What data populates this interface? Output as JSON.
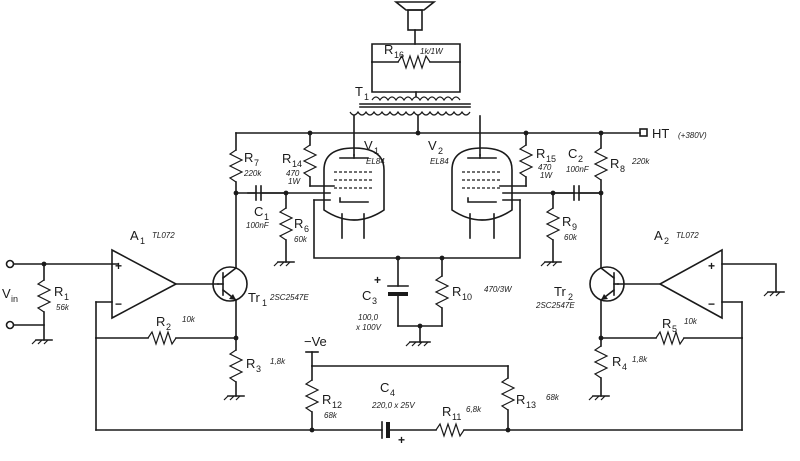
{
  "schematic": {
    "input": {
      "label": "V",
      "sub": "in"
    },
    "r1": {
      "label": "R",
      "sub": "1",
      "value": "56k"
    },
    "a1": {
      "label": "A",
      "sub": "1",
      "part": "TL072",
      "plus": "+",
      "minus": "−"
    },
    "a2": {
      "label": "A",
      "sub": "2",
      "part": "TL072",
      "plus": "+",
      "minus": "−"
    },
    "r2": {
      "label": "R",
      "sub": "2",
      "value": "10k"
    },
    "r3": {
      "label": "R",
      "sub": "3",
      "value": "1,8k"
    },
    "r4": {
      "label": "R",
      "sub": "4",
      "value": "1,8k"
    },
    "r5": {
      "label": "R",
      "sub": "5",
      "value": "10k"
    },
    "r6": {
      "label": "R",
      "sub": "6",
      "value": "60k"
    },
    "r7": {
      "label": "R",
      "sub": "7",
      "value": "220k"
    },
    "r8": {
      "label": "R",
      "sub": "8",
      "value": "220k"
    },
    "r9": {
      "label": "R",
      "sub": "9",
      "value": "60k"
    },
    "r10": {
      "label": "R",
      "sub": "10",
      "value": "470/3W"
    },
    "r11": {
      "label": "R",
      "sub": "11",
      "value": "6,8k"
    },
    "r12": {
      "label": "R",
      "sub": "12",
      "value": "68k"
    },
    "r13": {
      "label": "R",
      "sub": "13",
      "value": "68k"
    },
    "r14": {
      "label": "R",
      "sub": "14",
      "value1": "470",
      "value2": "1W"
    },
    "r15": {
      "label": "R",
      "sub": "15",
      "value1": "470",
      "value2": "1W"
    },
    "r16": {
      "label": "R",
      "sub": "16",
      "value": "1k/1W"
    },
    "c1": {
      "label": "C",
      "sub": "1",
      "value": "100nF"
    },
    "c2": {
      "label": "C",
      "sub": "2",
      "value": "100nF"
    },
    "c3": {
      "label": "C",
      "sub": "3",
      "value1": "100,0",
      "value2": "x 100V",
      "plus": "+"
    },
    "c4": {
      "label": "C",
      "sub": "4",
      "value": "220,0 x 25V",
      "plus": "+"
    },
    "tr1": {
      "label": "Tr",
      "sub": "1",
      "part": "2SC2547E"
    },
    "tr2": {
      "label": "Tr",
      "sub": "2",
      "part": "2SC2547E"
    },
    "v1": {
      "label": "V",
      "sub": "1",
      "part": "EL84"
    },
    "v2": {
      "label": "V",
      "sub": "2",
      "part": "EL84"
    },
    "t1": {
      "label": "T",
      "sub": "1"
    },
    "ht": {
      "label": "HT",
      "value": "(+380V)"
    },
    "neg_rail": {
      "label": "−Ve"
    }
  }
}
